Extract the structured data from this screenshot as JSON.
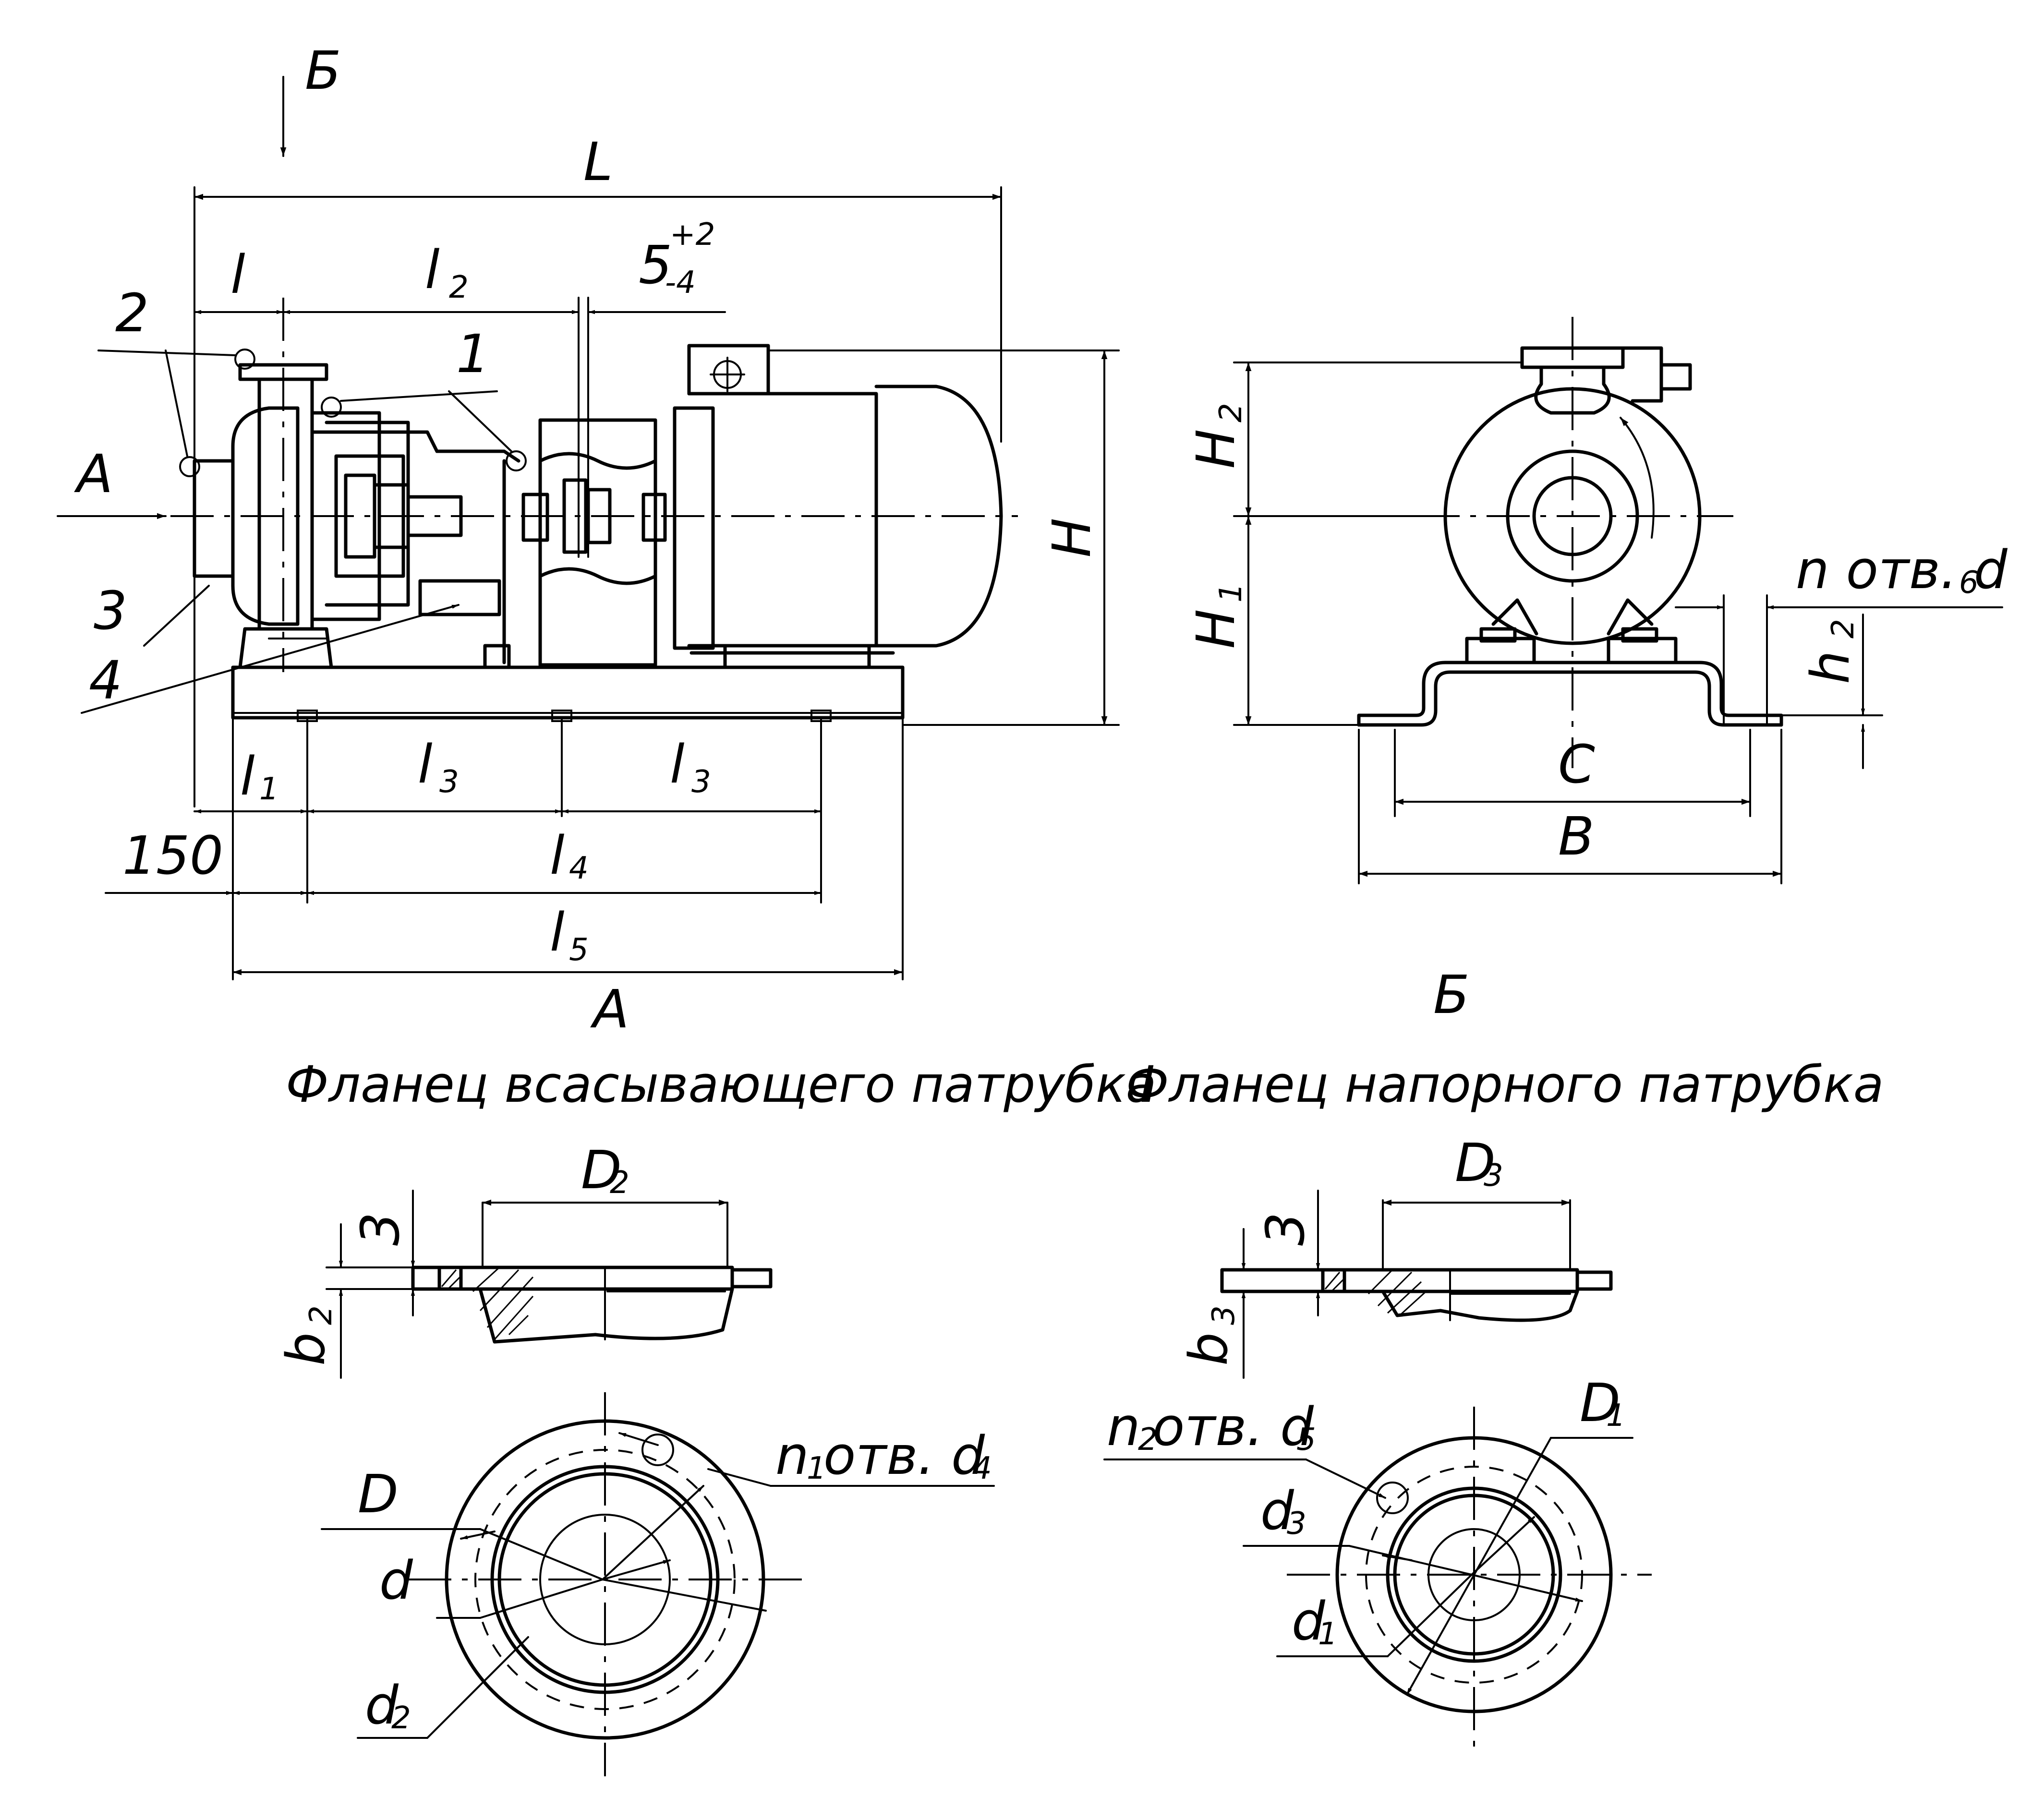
{
  "views": {
    "view_arrow": "Б",
    "inlet_arrow": "А",
    "view_b_title": "Б"
  },
  "callouts": {
    "c1": "1",
    "c2": "2",
    "c3": "3",
    "c4": "4"
  },
  "dims_side": {
    "L": "L",
    "l": "l",
    "l2": "l",
    "l2_sub": "2",
    "gap_base": "5",
    "gap_plus": "+2",
    "gap_minus": "-4",
    "H": "H",
    "l1": "l",
    "l1_sub": "1",
    "l3a": "l",
    "l3a_sub": "3",
    "l3b": "l",
    "l3b_sub": "3",
    "l150": "150",
    "l4": "l",
    "l4_sub": "4",
    "l5": "l",
    "l5_sub": "5",
    "A": "А"
  },
  "dims_front": {
    "H2": "H",
    "H2_sub": "2",
    "H1": "H",
    "H1_sub": "1",
    "holes": "n отв. d",
    "holes_sub": "6",
    "h2": "h",
    "h2_sub": "2",
    "C": "C",
    "B": "B"
  },
  "flange_suction": {
    "title": "Фланец всасывающего патрубка",
    "D2": "D",
    "D2_sub": "2",
    "t3": "3",
    "b2": "b",
    "b2_sub": "2",
    "holes": "n",
    "holes_n_sub": "1",
    "holes_mid": " отв. d",
    "holes_d_sub": "4",
    "D": "D",
    "d": "d",
    "d2": "d",
    "d2_sub": "2"
  },
  "flange_discharge": {
    "title": "Фланец напорного патрубка",
    "D3": "D",
    "D3_sub": "3",
    "t3": "3",
    "b3": "b",
    "b3_sub": "3",
    "holes": "n",
    "holes_n_sub": "2",
    "holes_mid": " отв. d",
    "holes_d_sub": "5",
    "D1": "D",
    "D1_sub": "1",
    "d3": "d",
    "d3_sub": "3",
    "d1": "d",
    "d1_sub": "1"
  }
}
